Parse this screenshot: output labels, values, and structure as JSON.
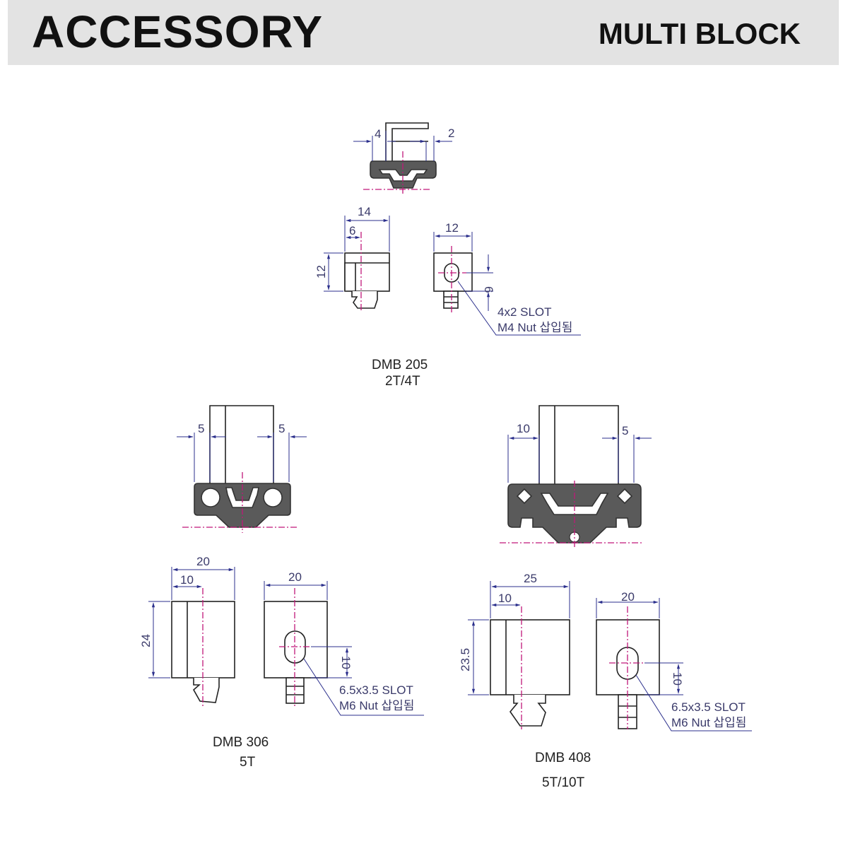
{
  "header": {
    "left_title": "ACCESSORY",
    "right_title": "MULTI BLOCK"
  },
  "dmb205": {
    "dims": {
      "top_left": "4",
      "top_right": "2",
      "width": "14",
      "offset": "6",
      "height": "12",
      "front_width": "12",
      "slot_offset": "6"
    },
    "slot_note": [
      "4x2 SLOT",
      "M4 Nut 삽입됨"
    ],
    "model": "DMB 205",
    "thickness": "2T/4T"
  },
  "dmb306": {
    "dims": {
      "top_left": "5",
      "top_right": "5",
      "width": "20",
      "offset": "10",
      "height": "24",
      "front_width": "20",
      "slot_offset": "10"
    },
    "slot_note": [
      "6.5x3.5 SLOT",
      "M6 Nut 삽입됨"
    ],
    "model": "DMB 306",
    "thickness": "5T"
  },
  "dmb408": {
    "dims": {
      "top_left": "10",
      "top_right": "5",
      "width": "25",
      "offset": "10",
      "height": "23.5",
      "front_width": "20",
      "slot_offset": "10"
    },
    "slot_note": [
      "6.5x3.5 SLOT",
      "M6 Nut 삽입됨"
    ],
    "model": "DMB 408",
    "thickness": "5T/10T"
  }
}
